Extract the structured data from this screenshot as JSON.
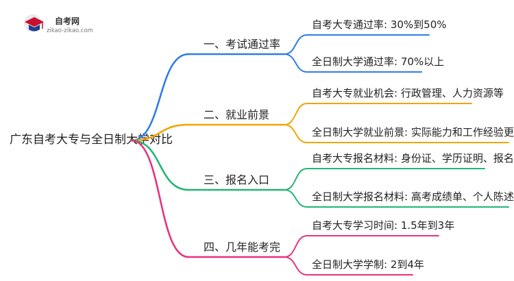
{
  "logo": {
    "name": "自考网",
    "url": "zikao-zikao.com"
  },
  "root": {
    "label": "广东自考大专与全日制大学对比"
  },
  "branches": [
    {
      "label": "一、考试通过率",
      "color": "#2b7de9",
      "leaves": [
        {
          "label": "自考大专通过率: 30%到50%"
        },
        {
          "label": "全日制大学通过率: 70%以上"
        }
      ]
    },
    {
      "label": "二、就业前景",
      "color": "#f0a500",
      "leaves": [
        {
          "label": "自考大专就业机会: 行政管理、人力资源等"
        },
        {
          "label": "全日制大学就业前景: 实际能力和工作经验更被重视"
        }
      ]
    },
    {
      "label": "三、报名入口",
      "color": "#22b573",
      "leaves": [
        {
          "label": "自考大专报名材料: 身份证、学历证明、报名表"
        },
        {
          "label": "全日制大学报名材料: 高考成绩单、个人陈述、推荐信"
        }
      ]
    },
    {
      "label": "四、几年能考完",
      "color": "#e8317e",
      "leaves": [
        {
          "label": "自考大专学习时间: 1.5年到3年"
        },
        {
          "label": "全日制大学学制: 2到4年"
        }
      ]
    }
  ]
}
